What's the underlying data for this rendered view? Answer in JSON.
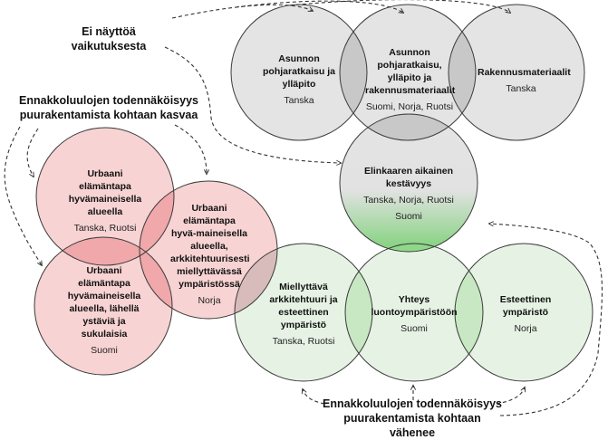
{
  "headings": {
    "no_evidence": "Ei näyttöä vaikutuksesta",
    "prejudice_increases_line1": "Ennakkoluulojen todennäköisyys",
    "prejudice_increases_line2": "puurakentamista kohtaan kasvaa",
    "prejudice_decreases_line1": "Ennakkoluulojen todennäköisyys",
    "prejudice_decreases_line2": "puurakentamista kohtaan vähenee"
  },
  "colors": {
    "grey_fill": "#e4e4e4",
    "grey_overlap": "#c8c8c8",
    "pink_fill": "#f8d3d3",
    "pink_overlap": "#f0a8ab",
    "green_fill": "#e6f3e4",
    "green_overlap": "#c7e8c2",
    "green_strong": "#8fd88a",
    "stroke": "#333333"
  },
  "grey_circles": [
    {
      "title": "Asunnon pohjaratkaisu ja ylläpito",
      "countries": "Tanska"
    },
    {
      "title": "Asunnon pohjaratkaisu, ylläpito ja rakennusmateriaalit",
      "countries": "Suomi, Norja, Ruotsi"
    },
    {
      "title": "Rakennusmateriaalit",
      "countries": "Tanska"
    }
  ],
  "center_circle": {
    "title": "Elinkaaren aikainen kestävyys",
    "countries_grey": "Tanska, Norja, Ruotsi",
    "countries_green": "Suomi"
  },
  "pink_circles": [
    {
      "title": "Urbaani elämäntapa hyvämaineisella alueella",
      "countries": "Tanska, Ruotsi"
    },
    {
      "title": "Urbaani elämäntapa hyvä-maineisella alueella, arkkitehtuurisesti miellyttävässä ympäristössä",
      "countries": "Norja"
    },
    {
      "title": "Urbaani elämäntapa hyvämaineisella alueella, lähellä ystäviä ja sukulaisia",
      "countries": "Suomi"
    }
  ],
  "green_circles": [
    {
      "title": "Miellyttävä arkkitehtuuri ja esteettinen ympäristö",
      "countries": "Tanska, Ruotsi"
    },
    {
      "title": "Yhteys luontoympäristöön",
      "countries": "Suomi"
    },
    {
      "title": "Esteettinen ympäristö",
      "countries": "Norja"
    }
  ]
}
